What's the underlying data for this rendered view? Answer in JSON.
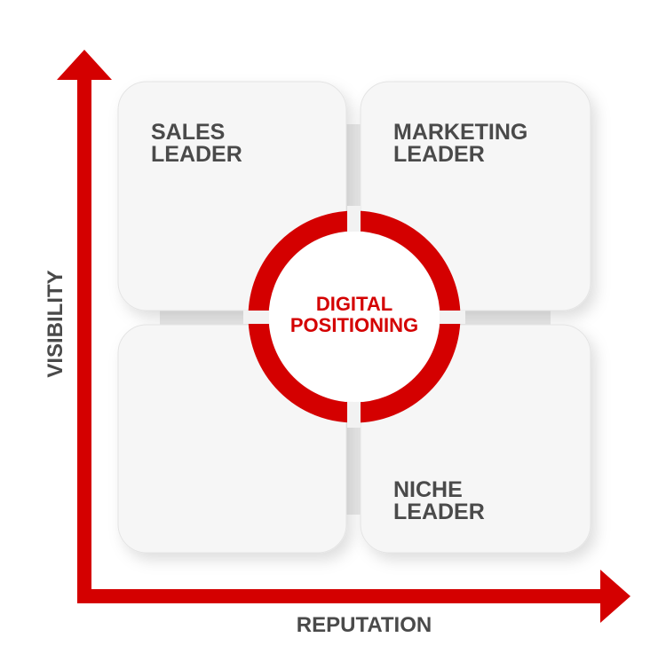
{
  "colors": {
    "accent": "#d40000",
    "text": "#4a4a4a",
    "tile": "#f6f6f6"
  },
  "axes": {
    "y_label": "VISIBILITY",
    "x_label": "REPUTATION"
  },
  "center": {
    "line1": "DIGITAL",
    "line2": "POSITIONING"
  },
  "quadrants": [
    {
      "line1": "SALES",
      "line2": "LEADER"
    },
    {
      "line1": "MARKETING",
      "line2": "LEADER"
    },
    {
      "line1": "",
      "line2": ""
    },
    {
      "line1": "NICHE",
      "line2": "LEADER"
    }
  ]
}
